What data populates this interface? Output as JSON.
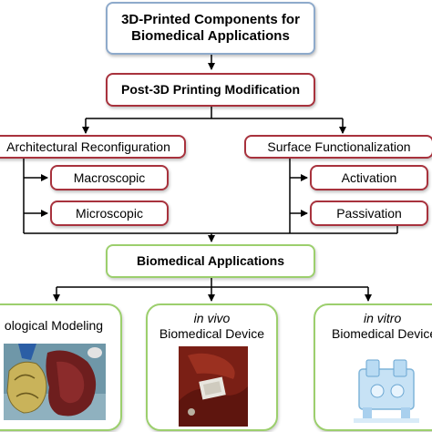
{
  "title_box": {
    "line1": "3D-Printed Components for",
    "line2": "Biomedical Applications"
  },
  "modification_box": {
    "label": "Post-3D Printing Modification"
  },
  "left_branch": {
    "label": "Architectural Reconfiguration",
    "children": [
      "Macroscopic",
      "Microscopic"
    ]
  },
  "right_branch": {
    "label": "Surface Functionalization",
    "children": [
      "Activation",
      "Passivation"
    ]
  },
  "applications_box": {
    "label": "Biomedical Applications"
  },
  "applications": [
    {
      "italic": "",
      "text": "ological Modeling"
    },
    {
      "italic": "in vivo",
      "text": "Biomedical Device"
    },
    {
      "italic": "in vitro",
      "text": "Biomedical Device"
    }
  ],
  "colors": {
    "blue_border": "#8eaacb",
    "red_border": "#a8323d",
    "green_border": "#9ccf6d"
  }
}
